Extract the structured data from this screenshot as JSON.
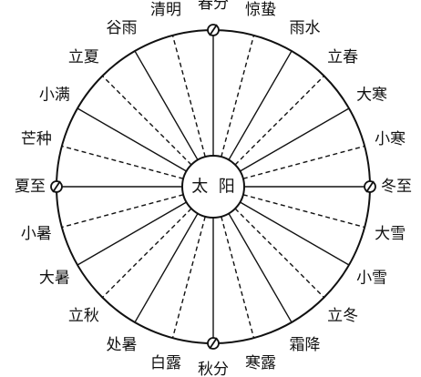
{
  "center": {
    "label": "太  阳"
  },
  "terms": [
    {
      "label": "冬至",
      "angle_deg": 0,
      "major": true
    },
    {
      "label": "小寒",
      "angle_deg": 15
    },
    {
      "label": "大寒",
      "angle_deg": 30
    },
    {
      "label": "立春",
      "angle_deg": 45
    },
    {
      "label": "雨水",
      "angle_deg": 60
    },
    {
      "label": "惊蛰",
      "angle_deg": 75
    },
    {
      "label": "春分",
      "angle_deg": 90,
      "major": true
    },
    {
      "label": "清明",
      "angle_deg": 105
    },
    {
      "label": "谷雨",
      "angle_deg": 120
    },
    {
      "label": "立夏",
      "angle_deg": 135
    },
    {
      "label": "小满",
      "angle_deg": 150
    },
    {
      "label": "芒种",
      "angle_deg": 165
    },
    {
      "label": "夏至",
      "angle_deg": 180,
      "major": true
    },
    {
      "label": "小暑",
      "angle_deg": 195
    },
    {
      "label": "大暑",
      "angle_deg": 210
    },
    {
      "label": "立秋",
      "angle_deg": 225
    },
    {
      "label": "处暑",
      "angle_deg": 240
    },
    {
      "label": "白露",
      "angle_deg": 255
    },
    {
      "label": "秋分",
      "angle_deg": 270,
      "major": true
    },
    {
      "label": "寒露",
      "angle_deg": 285
    },
    {
      "label": "霜降",
      "angle_deg": 300
    },
    {
      "label": "立冬",
      "angle_deg": 315
    },
    {
      "label": "小雪",
      "angle_deg": 330
    },
    {
      "label": "大雪",
      "angle_deg": 345
    }
  ]
}
